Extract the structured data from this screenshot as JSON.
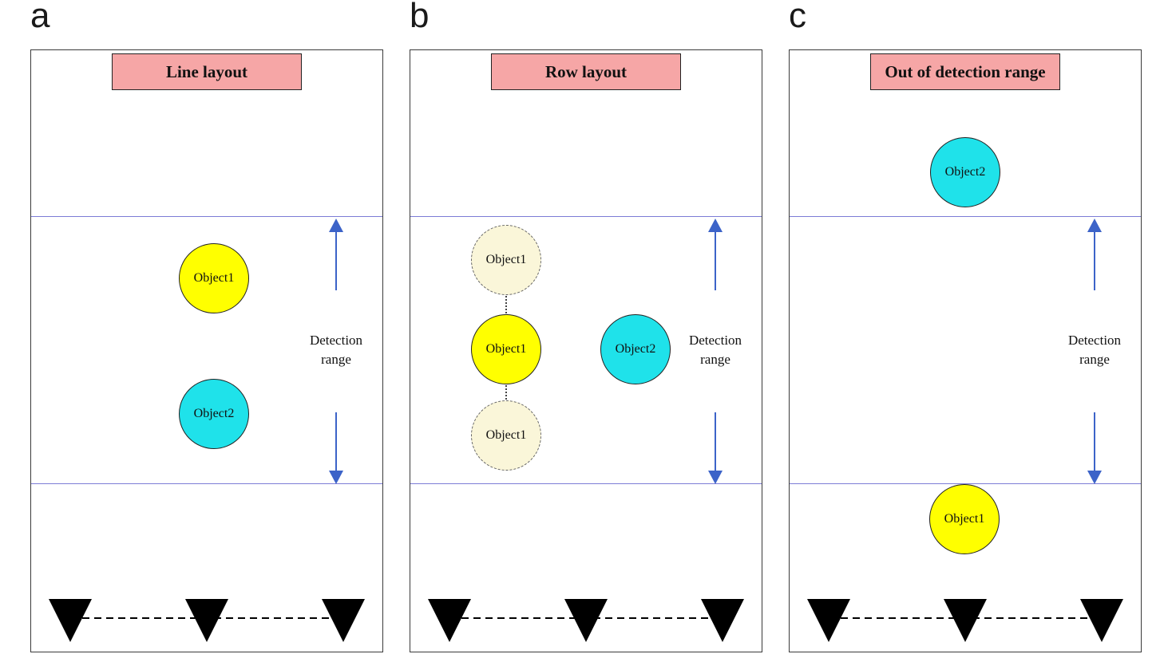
{
  "figure": {
    "object1_label": "Object1",
    "object2_label": "Object2",
    "colors": {
      "title_box": "#f6a6a6",
      "object1": "#ffff00",
      "object2": "#1fe2ea",
      "ghost_object": "#faf6d9",
      "range_line": "#7c7cd6",
      "arrow": "#3c63c8",
      "sensor": "#000000"
    }
  },
  "panels": [
    {
      "letter": "a",
      "title": "Line layout",
      "detection_label": "Detection\nrange",
      "objects": [
        {
          "label": "Object1",
          "style": "solid-yellow"
        },
        {
          "label": "Object2",
          "style": "solid-cyan"
        }
      ],
      "sensor_count": 3
    },
    {
      "letter": "b",
      "title": "Row layout",
      "detection_label": "Detection\nrange",
      "objects": [
        {
          "label": "Object1",
          "style": "ghost-dashed"
        },
        {
          "label": "Object1",
          "style": "solid-yellow"
        },
        {
          "label": "Object1",
          "style": "ghost-dashed"
        },
        {
          "label": "Object2",
          "style": "solid-cyan"
        }
      ],
      "sensor_count": 3
    },
    {
      "letter": "c",
      "title": "Out of detection range",
      "detection_label": "Detection\nrange",
      "objects": [
        {
          "label": "Object2",
          "style": "solid-cyan"
        },
        {
          "label": "Object1",
          "style": "solid-yellow"
        }
      ],
      "sensor_count": 3
    }
  ]
}
